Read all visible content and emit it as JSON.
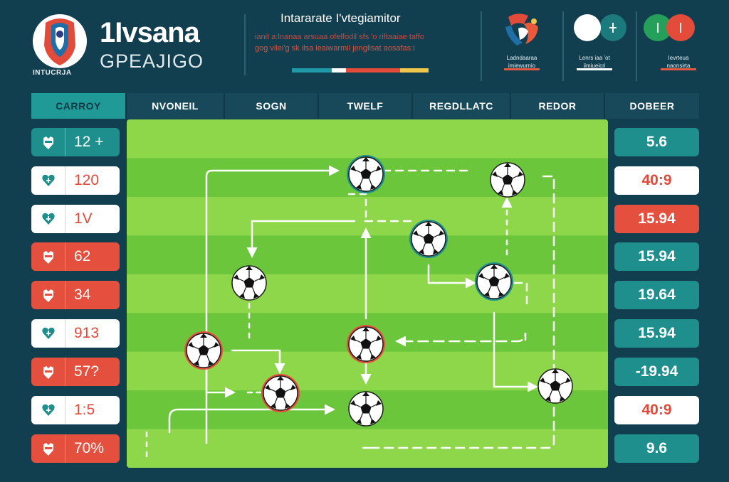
{
  "header": {
    "logo_caption": "INTUCRJA",
    "brand_title": "Ivsana",
    "brand_prefix": "1",
    "brand_subtitle": "GPEAJIGO",
    "headline": "Intararate I'vtegiamitor",
    "blurb_line_1": "ianit a:lnanaa arsuaa ofelfodil sfs 'o riftaaiae taffo",
    "blurb_line_2": "gog vilei'g sk ilsa ieaiwarmil jenglisat aosafas:i",
    "strip_colors": [
      "#1f9aa6",
      "#ffffff",
      "#e34b3b",
      "#f0c64b"
    ],
    "team_a_caption": [
      "Ladndaaraa",
      "imiewurnio"
    ],
    "team_b_caption": [
      "Lenrs iaa 'ot",
      "iimiueicri"
    ],
    "team_c_caption": [
      "Ievrteua",
      "naonsirta"
    ]
  },
  "columns": [
    "CARROY",
    "NVONEIL",
    "SOGN",
    "TWELF",
    "REGDLLATC",
    "REDOR",
    "DOBEER"
  ],
  "left_rows": [
    {
      "value": "12 +",
      "style": "teal",
      "icon": "shield-icon"
    },
    {
      "value": "120",
      "style": "white",
      "icon": "heart-icon"
    },
    {
      "value": "1V",
      "style": "white",
      "icon": "heart-icon"
    },
    {
      "value": "62",
      "style": "red",
      "icon": "shield-icon"
    },
    {
      "value": "34",
      "style": "red",
      "icon": "shield-icon"
    },
    {
      "value": "913",
      "style": "white",
      "icon": "heart-icon"
    },
    {
      "value": "57?",
      "style": "red",
      "icon": "shield-icon"
    },
    {
      "value": "1:5",
      "style": "white",
      "icon": "heart-icon"
    },
    {
      "value": "70%",
      "style": "red",
      "icon": "shield-icon"
    }
  ],
  "right_rows": [
    {
      "value": "5.6",
      "style": "teal"
    },
    {
      "value": "40:9",
      "style": "white"
    },
    {
      "value": "15.94",
      "style": "red"
    },
    {
      "value": "15.94",
      "style": "teal"
    },
    {
      "value": "19.64",
      "style": "teal"
    },
    {
      "value": "15.94",
      "style": "teal"
    },
    {
      "value": "-19.94",
      "style": "teal"
    },
    {
      "value": "40:9",
      "style": "white"
    },
    {
      "value": "9.6",
      "style": "teal"
    }
  ],
  "colors": {
    "background": "#123f50",
    "teal": "#1f8f8d",
    "red": "#e4503d",
    "pitch_light": "#8ed64a",
    "pitch_dark": "#6cc63b"
  },
  "pitch": {
    "stripes": 9,
    "ball_icon": "soccer-ball-icon"
  }
}
